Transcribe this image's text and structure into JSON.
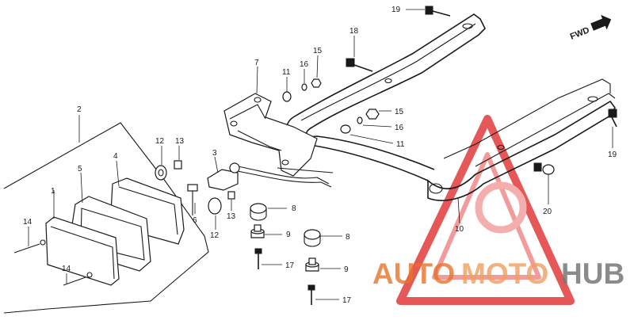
{
  "diagram": {
    "direction_label": "FWD",
    "callouts": [
      {
        "id": "c1",
        "text": "1"
      },
      {
        "id": "c2",
        "text": "2"
      },
      {
        "id": "c3",
        "text": "3"
      },
      {
        "id": "c4",
        "text": "4"
      },
      {
        "id": "c5",
        "text": "5"
      },
      {
        "id": "c6",
        "text": "6"
      },
      {
        "id": "c7",
        "text": "7"
      },
      {
        "id": "c8a",
        "text": "8"
      },
      {
        "id": "c8b",
        "text": "8"
      },
      {
        "id": "c9a",
        "text": "9"
      },
      {
        "id": "c9b",
        "text": "9"
      },
      {
        "id": "c10",
        "text": "10"
      },
      {
        "id": "c11a",
        "text": "11"
      },
      {
        "id": "c11b",
        "text": "11"
      },
      {
        "id": "c12a",
        "text": "12"
      },
      {
        "id": "c12b",
        "text": "12"
      },
      {
        "id": "c13a",
        "text": "13"
      },
      {
        "id": "c13b",
        "text": "13"
      },
      {
        "id": "c14a",
        "text": "14"
      },
      {
        "id": "c14b",
        "text": "14"
      },
      {
        "id": "c15a",
        "text": "15"
      },
      {
        "id": "c15b",
        "text": "15"
      },
      {
        "id": "c16a",
        "text": "16"
      },
      {
        "id": "c16b",
        "text": "16"
      },
      {
        "id": "c17a",
        "text": "17"
      },
      {
        "id": "c17b",
        "text": "17"
      },
      {
        "id": "c18",
        "text": "18"
      },
      {
        "id": "c19a",
        "text": "19"
      },
      {
        "id": "c19b",
        "text": "19"
      },
      {
        "id": "c20",
        "text": "20"
      }
    ]
  },
  "watermark": {
    "word_part1": "AUTO",
    "word_part2": "MOTO",
    "word_part3": "HUB",
    "color_primary": "#e8742a",
    "color_secondary": "#777777",
    "color_triangle": "#e23a3a"
  }
}
